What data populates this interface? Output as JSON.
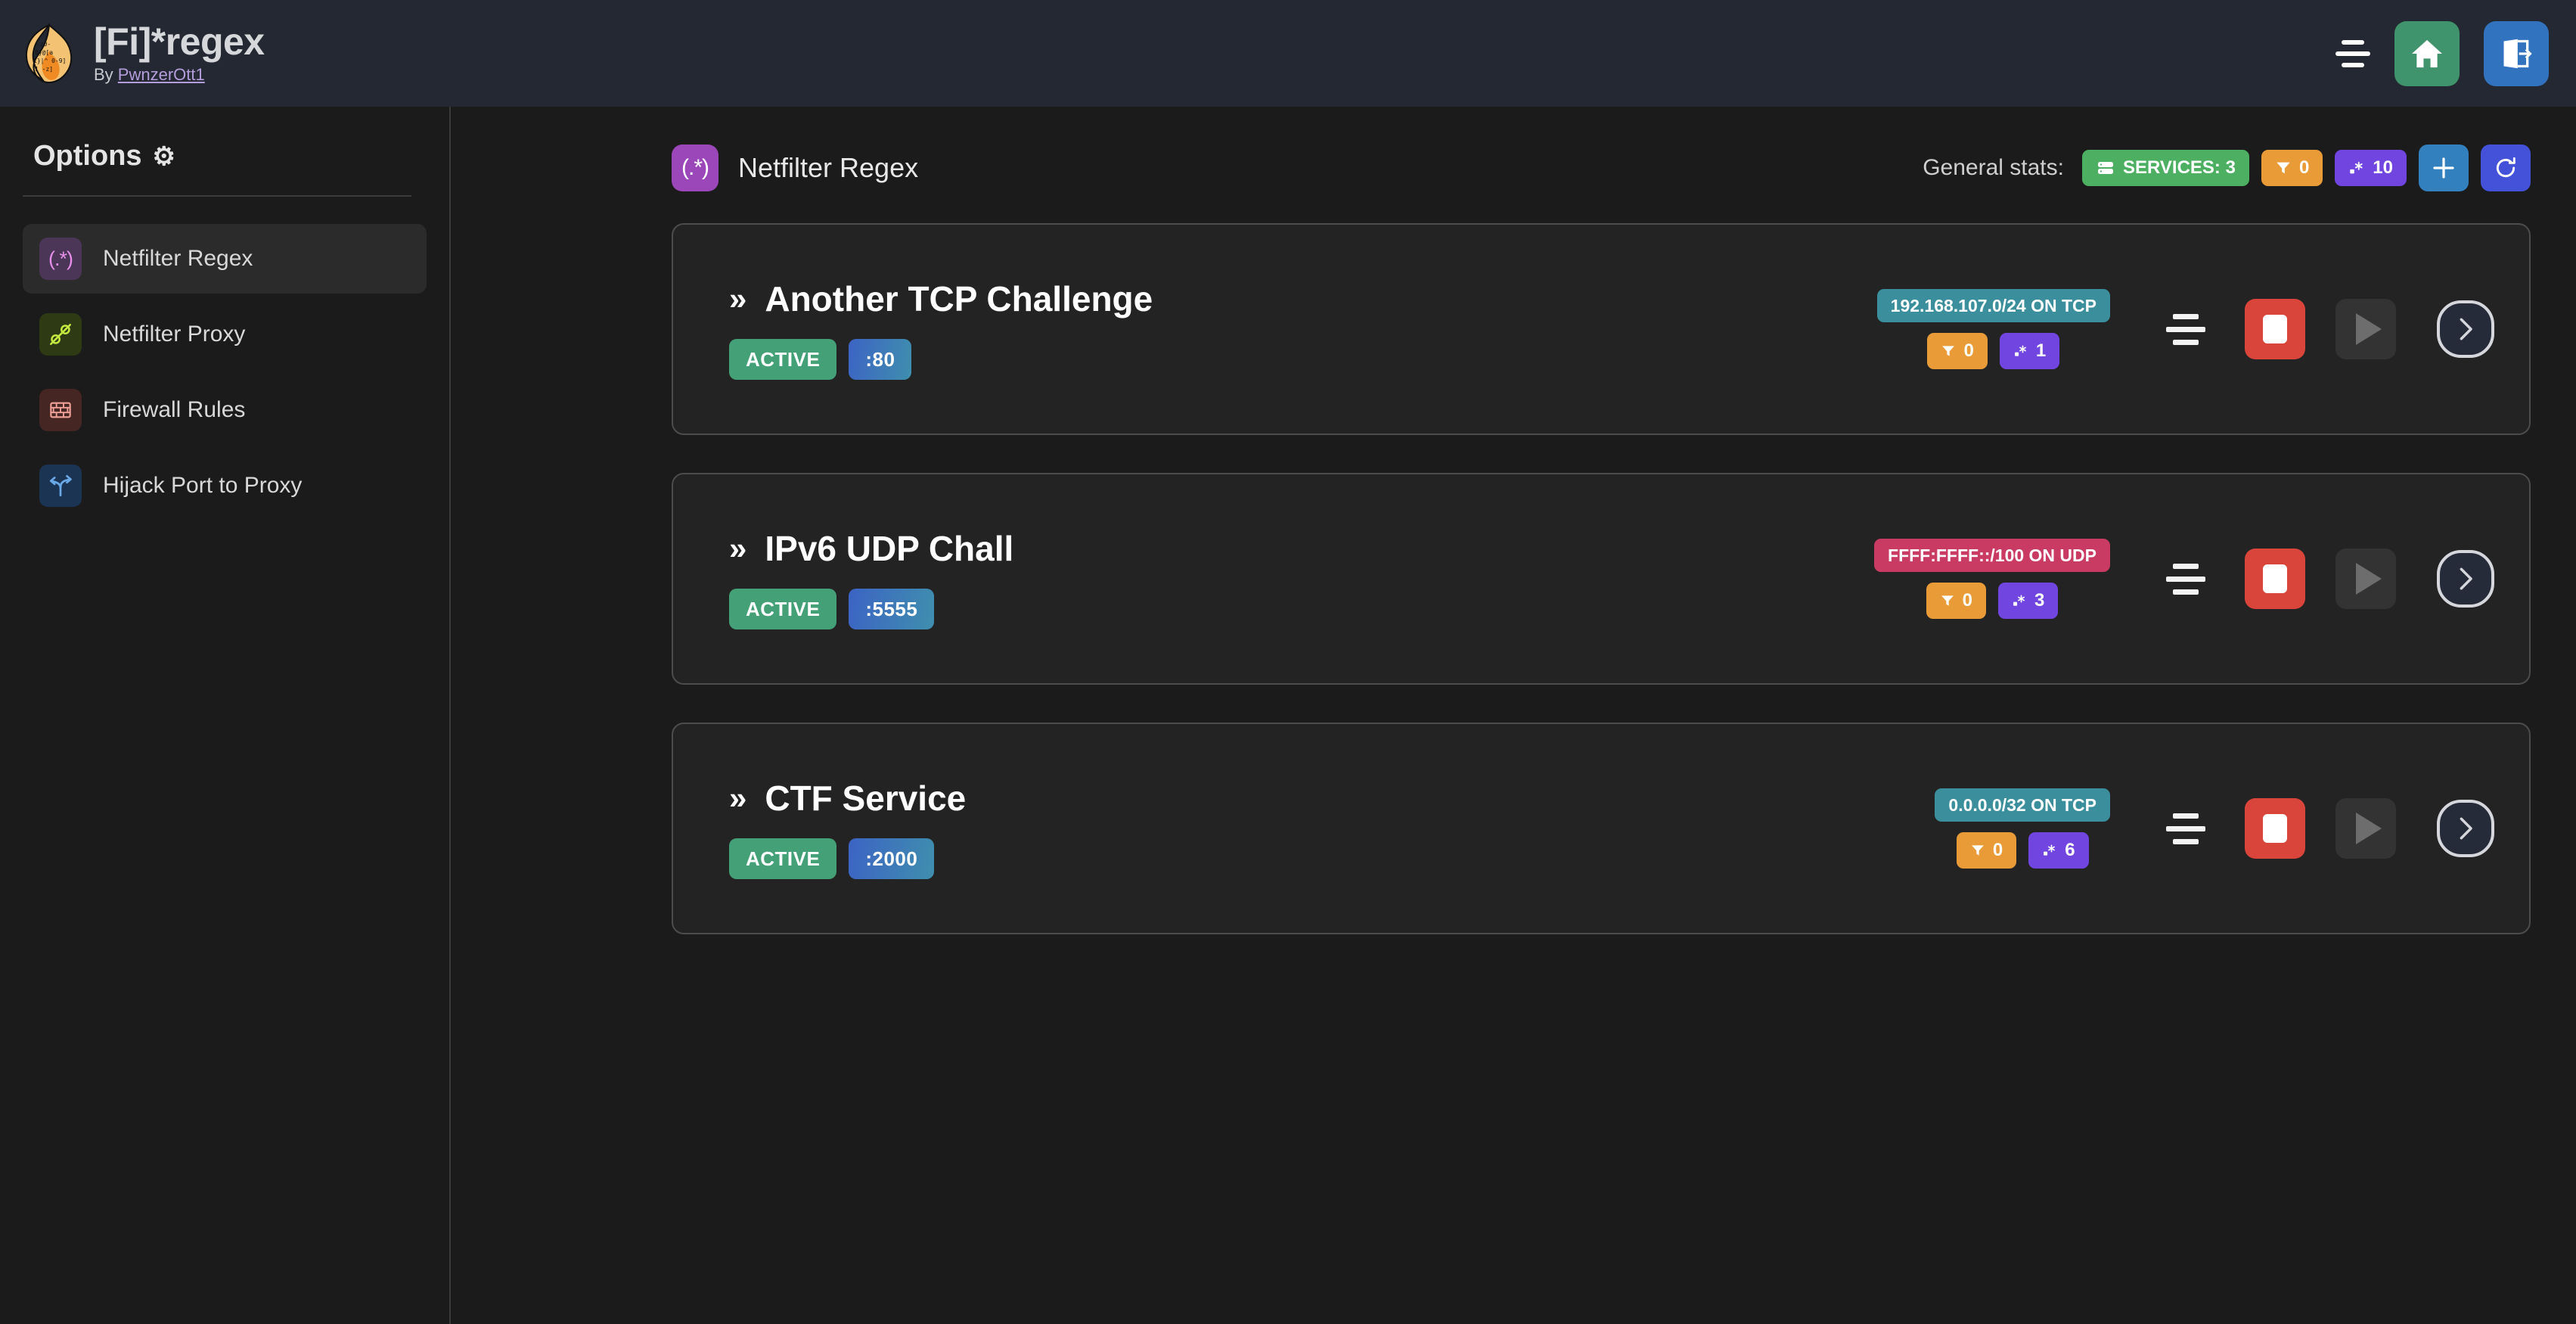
{
  "header": {
    "title": "[Fi]*regex",
    "by_prefix": "By ",
    "author": "PwnzerOtt1",
    "menu_icon": "hamburger-icon",
    "home_icon": "home-icon",
    "logout_icon": "logout-icon",
    "accent_green": "#40946d",
    "accent_blue": "#3273c0"
  },
  "sidebar": {
    "title": "Options",
    "gear": "⚙",
    "items": [
      {
        "label": "Netfilter Regex",
        "icon": "regex-icon",
        "glyph": "(.*)",
        "active": true
      },
      {
        "label": "Netfilter Proxy",
        "icon": "plug-icon",
        "glyph": "",
        "active": false
      },
      {
        "label": "Firewall Rules",
        "icon": "brick-wall-icon",
        "glyph": "",
        "active": false
      },
      {
        "label": "Hijack Port to Proxy",
        "icon": "fork-arrow-icon",
        "glyph": "",
        "active": false
      }
    ]
  },
  "page": {
    "icon_glyph": "(.*)",
    "title": "Netfilter Regex",
    "stats_label": "General stats:",
    "stats": {
      "services_label": "SERVICES: 3",
      "filters_count": "0",
      "regex_count": "10"
    },
    "add_label": "+",
    "refresh_label": "↻"
  },
  "services": [
    {
      "name": "Another TCP Challenge",
      "chevron": "»",
      "status": "ACTIVE",
      "port": ":80",
      "network": "192.168.107.0/24 ON TCP",
      "network_kind": "tcp",
      "filters_count": "0",
      "regex_count": "1"
    },
    {
      "name": "IPv6 UDP Chall",
      "chevron": "»",
      "status": "ACTIVE",
      "port": ":5555",
      "network": "FFFF:FFFF::/100 ON UDP",
      "network_kind": "udp",
      "filters_count": "0",
      "regex_count": "3"
    },
    {
      "name": "CTF Service",
      "chevron": "»",
      "status": "ACTIVE",
      "port": ":2000",
      "network": "0.0.0.0/32 ON TCP",
      "network_kind": "tcp",
      "filters_count": "0",
      "regex_count": "6"
    }
  ],
  "colors": {
    "active_green": "#44a077",
    "stop_red": "#d9453a",
    "filter_orange": "#e89b36",
    "regex_purple": "#7145e0",
    "tcp_teal": "#3b8e9b",
    "udp_pink": "#c93b63"
  }
}
